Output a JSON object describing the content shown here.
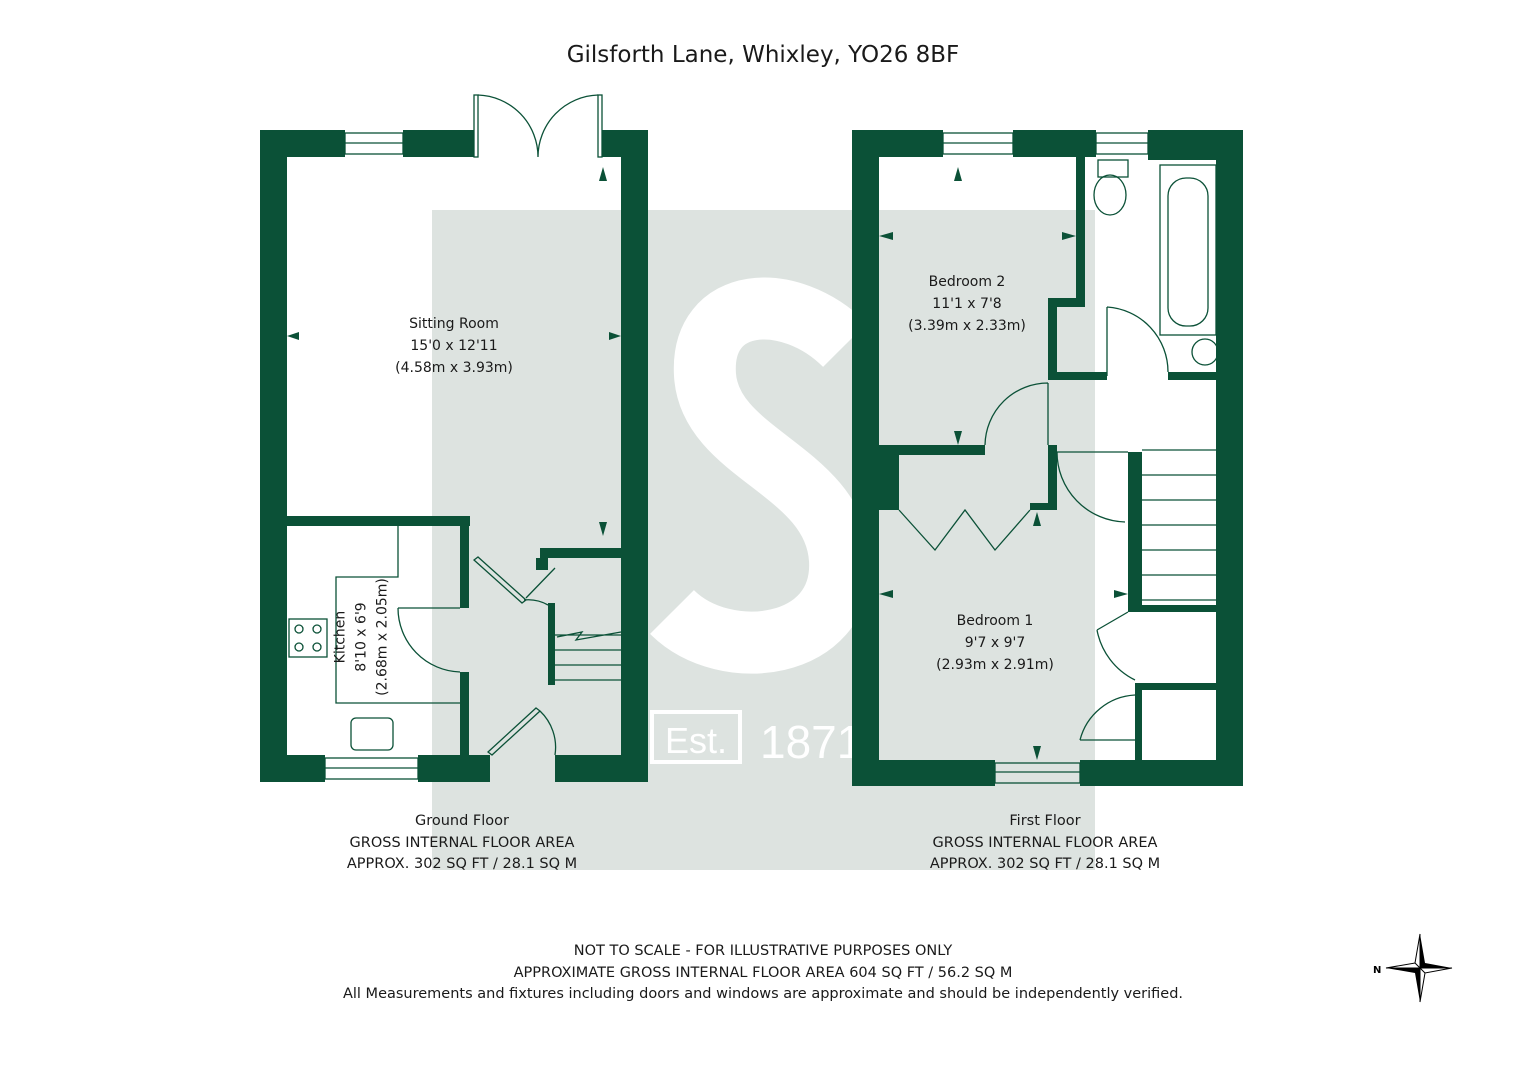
{
  "title": "Gilsforth Lane, Whixley, YO26 8BF",
  "colors": {
    "wall": "#0b5137",
    "watermark_bg": "#dde3e0",
    "text": "#1a1a1a"
  },
  "watermark": {
    "letter": "S",
    "est": "Est.",
    "year": "1871"
  },
  "rooms": {
    "sitting_room": {
      "name": "Sitting Room",
      "imperial": "15'0 x 12'11",
      "metric": "(4.58m x 3.93m)"
    },
    "kitchen": {
      "name": "Kitchen",
      "imperial": "8'10 x 6'9",
      "metric": "(2.68m x 2.05m)"
    },
    "bedroom2": {
      "name": "Bedroom 2",
      "imperial": "11'1 x 7'8",
      "metric": "(3.39m x 2.33m)"
    },
    "bedroom1": {
      "name": "Bedroom 1",
      "imperial": "9'7 x 9'7",
      "metric": "(2.93m x 2.91m)"
    }
  },
  "floors": [
    {
      "name": "Ground Floor",
      "area_label": "GROSS INTERNAL FLOOR AREA",
      "area": "APPROX. 302 SQ FT / 28.1 SQ M"
    },
    {
      "name": "First Floor",
      "area_label": "GROSS INTERNAL FLOOR AREA",
      "area": "APPROX. 302 SQ FT / 28.1 SQ M"
    }
  ],
  "footer": {
    "line1": "NOT TO SCALE - FOR ILLUSTRATIVE PURPOSES ONLY",
    "line2": "APPROXIMATE GROSS INTERNAL FLOOR AREA 604 SQ FT / 56.2 SQ M",
    "line3": "All Measurements and fixtures including doors and windows are approximate and should be independently verified."
  },
  "compass": {
    "label": "N",
    "icon": "compass-rose-icon"
  }
}
